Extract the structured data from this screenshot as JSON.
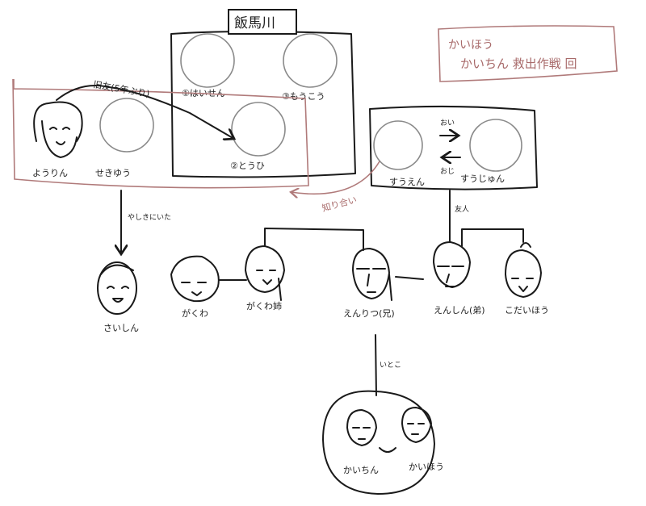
{
  "title_note": {
    "line1": "かいほう",
    "line2": "かいちん 救出作戦 回"
  },
  "groups": {
    "hanbasen": {
      "label": "飯馬川",
      "members": [
        "①はいせん",
        "③もうこう",
        "②とうひ"
      ]
    },
    "left": {
      "members": [
        "ようりん",
        "せきゆう"
      ]
    },
    "right": {
      "members": [
        "すうえん",
        "すうじゅん"
      ],
      "arrow_top": "おい",
      "arrow_bottom": "おじ"
    }
  },
  "relations": {
    "old_friend": "旧友(5年ぶり)",
    "acquaintance": "知り合い",
    "friend": "友人",
    "was_at_mansion": "やしきにいた",
    "cousin": "いとこ"
  },
  "people": [
    "さいしん",
    "がくわ",
    "がくわ姉",
    "えんりつ(兄)",
    "えんしん(弟)",
    "こだいほう"
  ],
  "bottom_group": [
    "かいちん",
    "かいほう"
  ],
  "colors": {
    "ink": "#1a1a1a",
    "accent": "#b07a7a",
    "placeholder": "#8a8a8a"
  }
}
